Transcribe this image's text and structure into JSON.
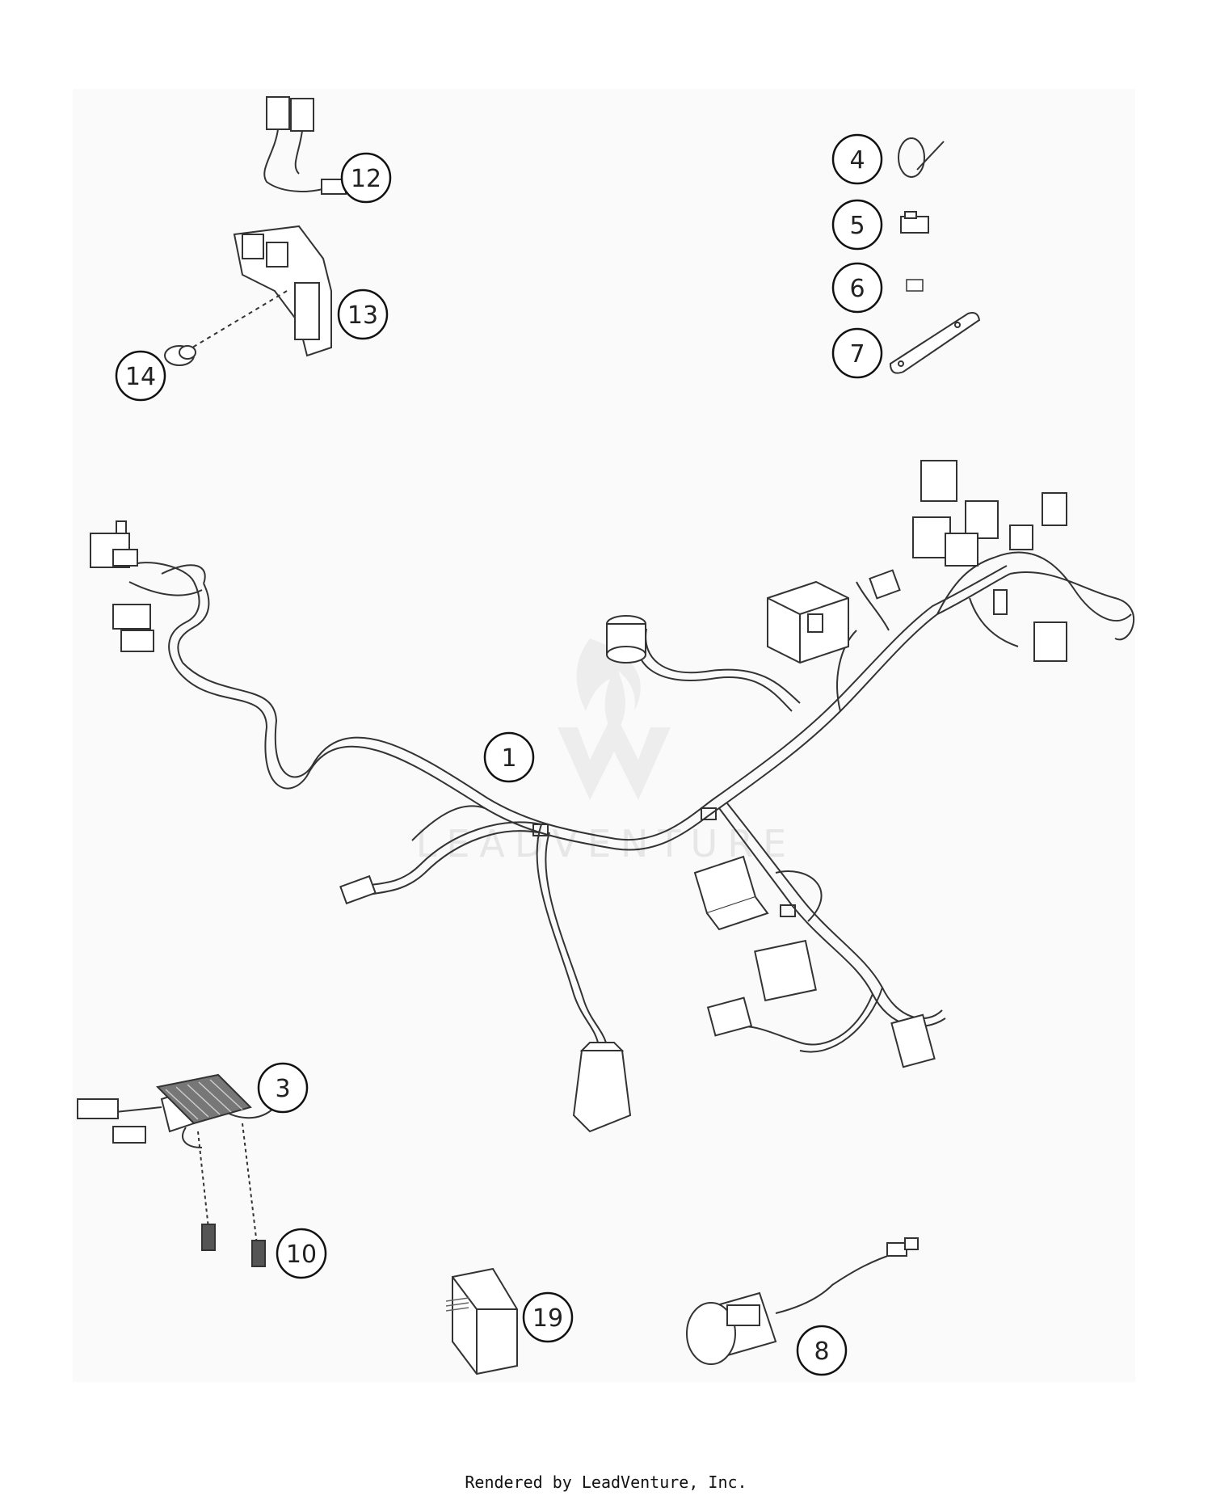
{
  "diagram": {
    "callouts": [
      {
        "id": "c1",
        "label": "1"
      },
      {
        "id": "c3",
        "label": "3"
      },
      {
        "id": "c4",
        "label": "4"
      },
      {
        "id": "c5",
        "label": "5"
      },
      {
        "id": "c6",
        "label": "6"
      },
      {
        "id": "c7",
        "label": "7"
      },
      {
        "id": "c8",
        "label": "8"
      },
      {
        "id": "c10",
        "label": "10"
      },
      {
        "id": "c12",
        "label": "12"
      },
      {
        "id": "c13",
        "label": "13"
      },
      {
        "id": "c14",
        "label": "14"
      },
      {
        "id": "c19",
        "label": "19"
      }
    ],
    "watermark": "LEADVENTURE"
  },
  "footer": {
    "text": "Rendered by LeadVenture, Inc."
  }
}
